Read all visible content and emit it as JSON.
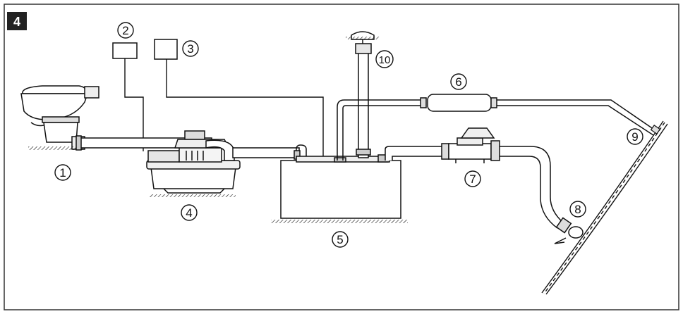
{
  "figure": {
    "number": "4",
    "callouts": {
      "c1": "1",
      "c2": "2",
      "c3": "3",
      "c4": "4",
      "c5": "5",
      "c6": "6",
      "c7": "7",
      "c8": "8",
      "c9": "9",
      "c10": "10"
    }
  },
  "colors": {
    "line": "#111111",
    "frame": "#333333",
    "badge": "#222222",
    "fill_light": "#f2f2f2",
    "fill_mid": "#d9d9d9"
  }
}
